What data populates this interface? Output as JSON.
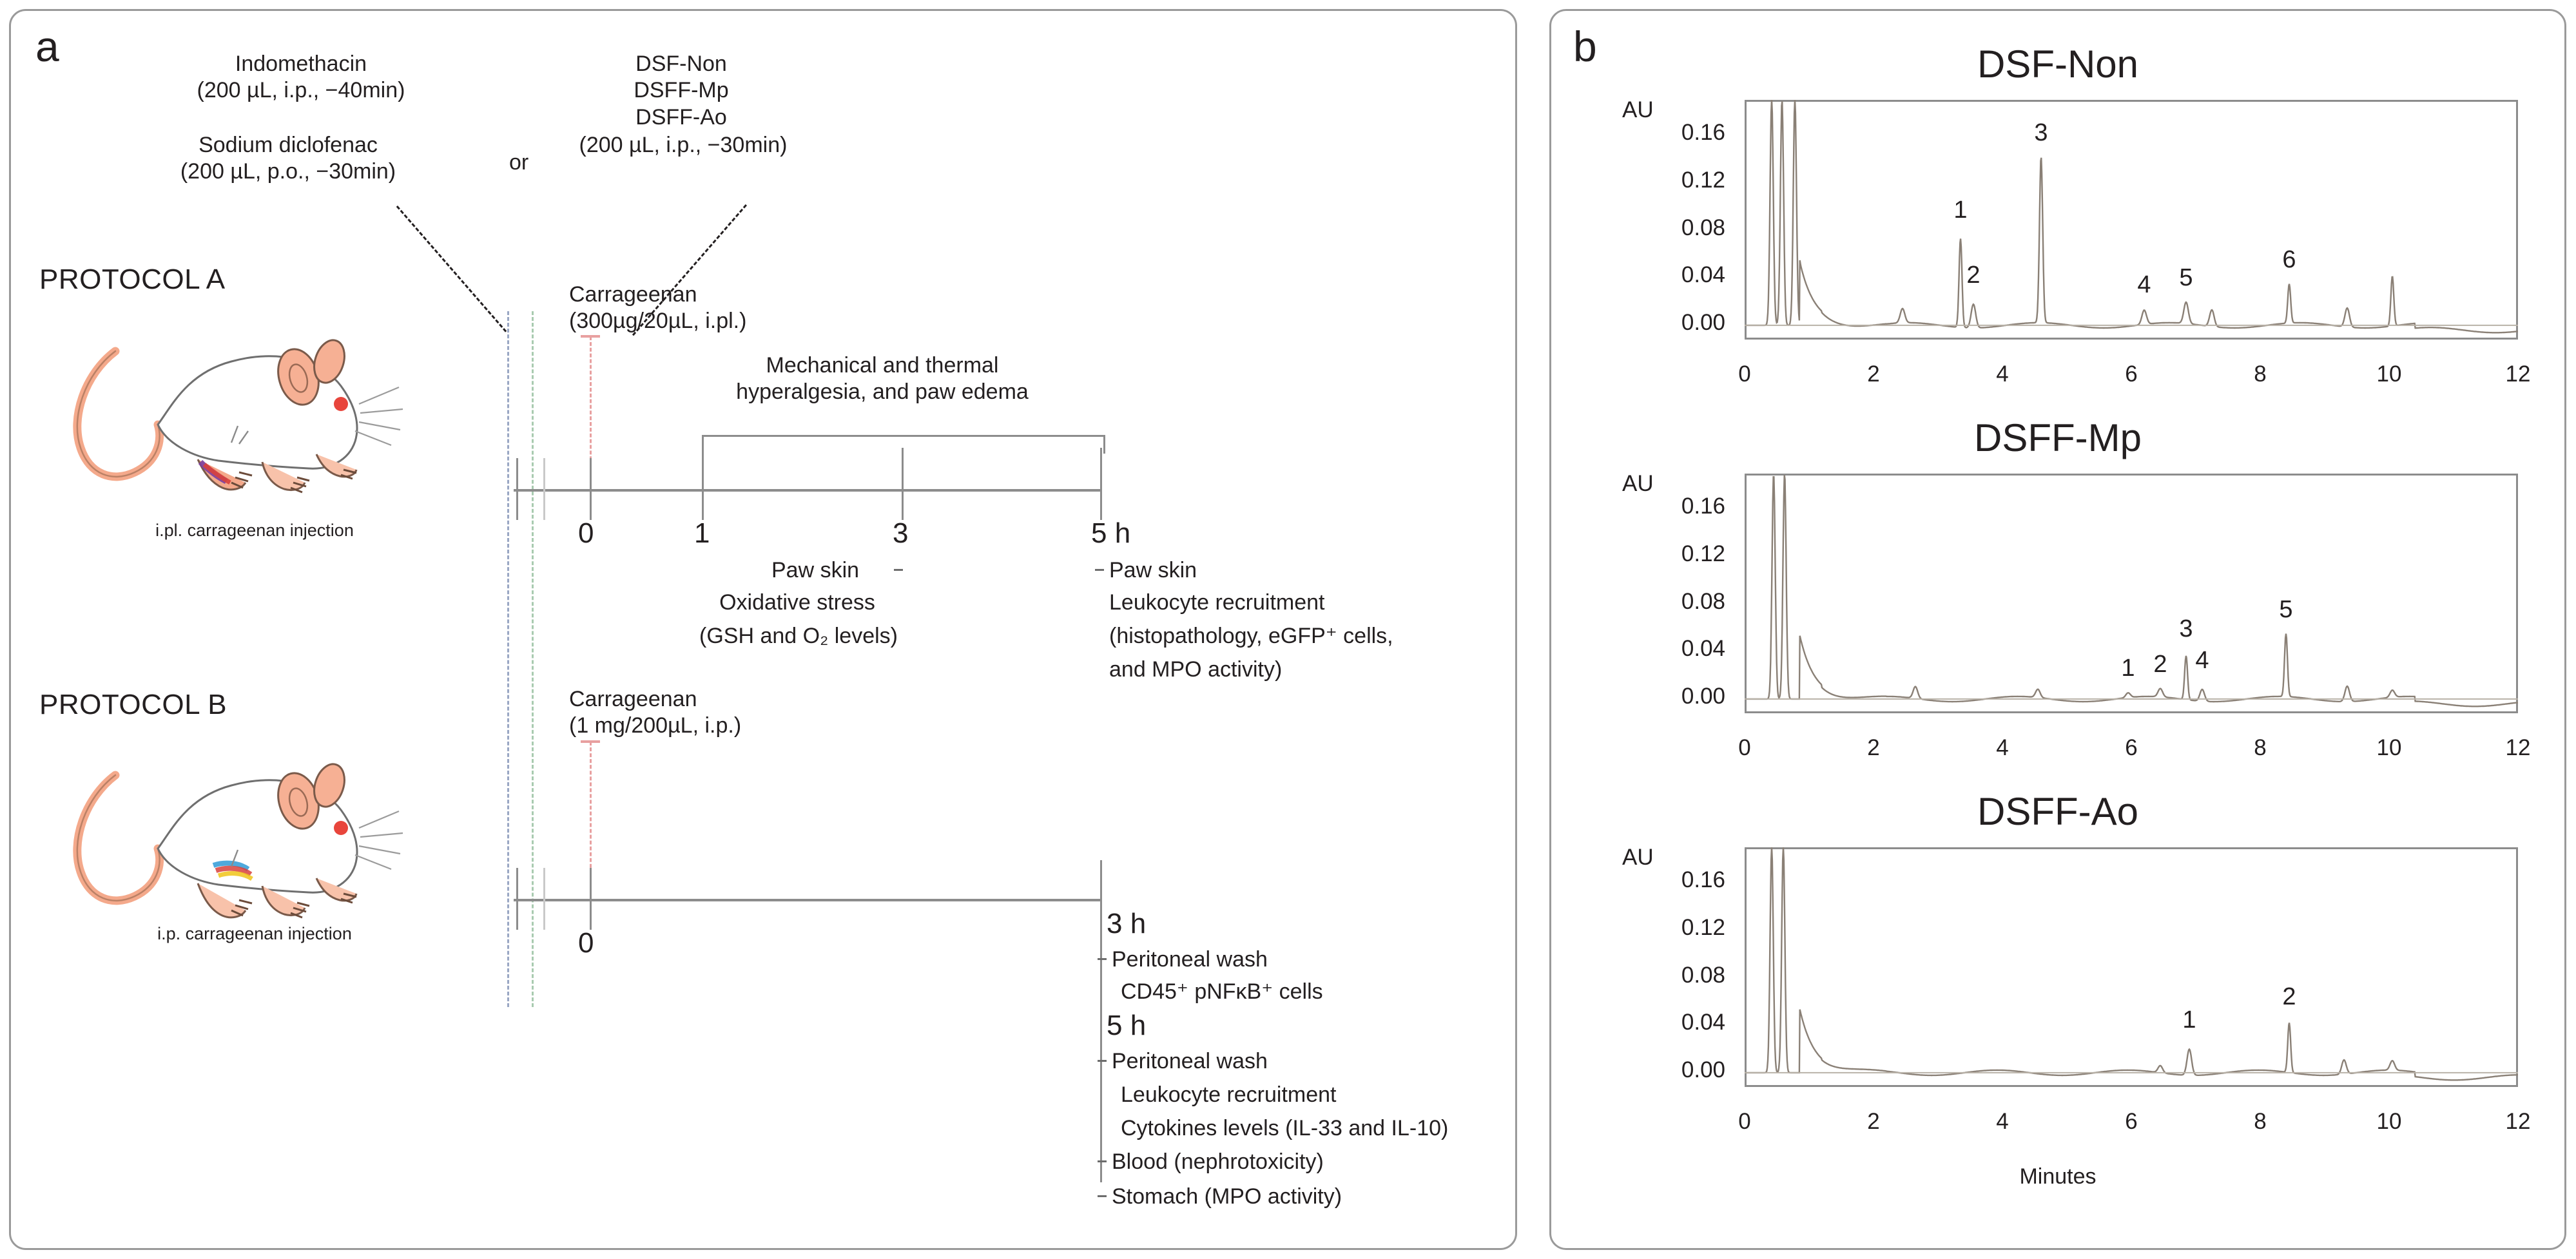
{
  "panels": {
    "a": {
      "letter": "a"
    },
    "b": {
      "letter": "b"
    }
  },
  "protocol_a": {
    "title": "PROTOCOL A",
    "treatments": {
      "indomethacin": "Indomethacin\n(200 µL, i.p., −40min)",
      "sodium_diclofenac": "Sodium diclofenac\n(200 µL, p.o., −30min)",
      "or": "or",
      "formulations": "DSF-Non\nDSFF-Mp\nDSFF-Ao",
      "formulations_dose": "(200 µL, i.p., −30min)"
    },
    "inducer": "Carrageenan\n(300µg/20µL, i.pl.)",
    "assessment_bracket": "Mechanical and thermal\nhyperalgesia, and paw edema",
    "timeline_ticks": [
      "0",
      "1",
      "3",
      "5 h"
    ],
    "endpoint_3h": {
      "line1": "Paw skin",
      "line2": "Oxidative stress",
      "line3": "(GSH and O₂ levels)"
    },
    "endpoint_5h": {
      "line1": "Paw skin",
      "line2": "Leukocyte recruitment",
      "line3": "(histopathology, eGFP⁺ cells,",
      "line4": "and MPO activity)"
    },
    "mouse_caption": "i.pl. carrageenan\ninjection"
  },
  "protocol_b": {
    "title": "PROTOCOL B",
    "inducer": "Carrageenan\n(1 mg/200µL, i.p.)",
    "timeline_ticks": [
      "0"
    ],
    "endpoint_3h_label": "3 h",
    "endpoint_3h": {
      "line1": "Peritoneal wash",
      "line2": "CD45⁺ pNFκB⁺ cells"
    },
    "endpoint_5h_label": "5 h",
    "endpoint_5h": {
      "line1": "Peritoneal wash",
      "line2": "Leukocyte recruitment",
      "line3": "Cytokines levels (IL-33 and IL-10)",
      "line4": "Blood (nephrotoxicity)",
      "line5": "Stomach (MPO activity)"
    },
    "mouse_caption": "i.p. carrageenan\ninjection"
  },
  "colors": {
    "border": "#9a9a9a",
    "axis": "#8c8c8c",
    "dash_blue": "#9aa7c4",
    "dash_green": "#a9cbb0",
    "dash_red": "#e8a0a0",
    "trace": "#8a8076",
    "mouse_skin": "#f4a98b",
    "mouse_red": "#e8453c"
  },
  "chart_data": [
    {
      "type": "line",
      "title": "DSF-Non",
      "xlabel": "",
      "ylabel": "AU",
      "xticks": [
        0,
        2,
        4,
        6,
        8,
        10,
        12
      ],
      "yticks": [
        0.0,
        0.04,
        0.08,
        0.12,
        0.16
      ],
      "xlim": [
        0,
        12
      ],
      "ylim": [
        -0.012,
        0.19
      ],
      "grid": false,
      "labeled_peaks": [
        {
          "label": "1",
          "x": 3.35,
          "y": 0.075
        },
        {
          "label": "2",
          "x": 3.55,
          "y": 0.02
        },
        {
          "label": "3",
          "x": 4.6,
          "y": 0.14
        },
        {
          "label": "4",
          "x": 6.2,
          "y": 0.012
        },
        {
          "label": "5",
          "x": 6.85,
          "y": 0.018
        },
        {
          "label": "6",
          "x": 8.45,
          "y": 0.033
        }
      ],
      "unlabeled_peaks": [
        {
          "x": 0.42,
          "y": 0.19
        },
        {
          "x": 0.58,
          "y": 0.19
        },
        {
          "x": 0.78,
          "y": 0.19
        },
        {
          "x": 2.45,
          "y": 0.012
        },
        {
          "x": 7.25,
          "y": 0.014
        },
        {
          "x": 9.35,
          "y": 0.016
        },
        {
          "x": 10.05,
          "y": 0.042
        }
      ]
    },
    {
      "type": "line",
      "title": "DSFF-Mp",
      "xlabel": "",
      "ylabel": "AU",
      "xticks": [
        0,
        2,
        4,
        6,
        8,
        10,
        12
      ],
      "yticks": [
        0.0,
        0.04,
        0.08,
        0.12,
        0.16
      ],
      "xlim": [
        0,
        12
      ],
      "ylim": [
        -0.012,
        0.19
      ],
      "grid": false,
      "labeled_peaks": [
        {
          "label": "1",
          "x": 5.95,
          "y": 0.004
        },
        {
          "label": "2",
          "x": 6.45,
          "y": 0.007
        },
        {
          "label": "3",
          "x": 6.85,
          "y": 0.037
        },
        {
          "label": "4",
          "x": 7.1,
          "y": 0.01
        },
        {
          "label": "5",
          "x": 8.4,
          "y": 0.053
        }
      ],
      "unlabeled_peaks": [
        {
          "x": 0.45,
          "y": 0.19
        },
        {
          "x": 0.62,
          "y": 0.19
        },
        {
          "x": 2.65,
          "y": 0.01
        },
        {
          "x": 4.55,
          "y": 0.007
        },
        {
          "x": 9.35,
          "y": 0.013
        },
        {
          "x": 10.05,
          "y": 0.006
        }
      ]
    },
    {
      "type": "line",
      "title": "DSFF-Ao",
      "xlabel": "Minutes",
      "ylabel": "AU",
      "xticks": [
        0,
        2,
        4,
        6,
        8,
        10,
        12
      ],
      "yticks": [
        0.0,
        0.04,
        0.08,
        0.12,
        0.16
      ],
      "xlim": [
        0,
        12
      ],
      "ylim": [
        -0.012,
        0.19
      ],
      "grid": false,
      "labeled_peaks": [
        {
          "label": "1",
          "x": 6.9,
          "y": 0.022
        },
        {
          "label": "2",
          "x": 8.45,
          "y": 0.042
        }
      ],
      "unlabeled_peaks": [
        {
          "x": 0.42,
          "y": 0.19
        },
        {
          "x": 0.6,
          "y": 0.19
        },
        {
          "x": 6.45,
          "y": 0.006
        },
        {
          "x": 9.3,
          "y": 0.012
        },
        {
          "x": 10.05,
          "y": 0.008
        }
      ]
    }
  ]
}
